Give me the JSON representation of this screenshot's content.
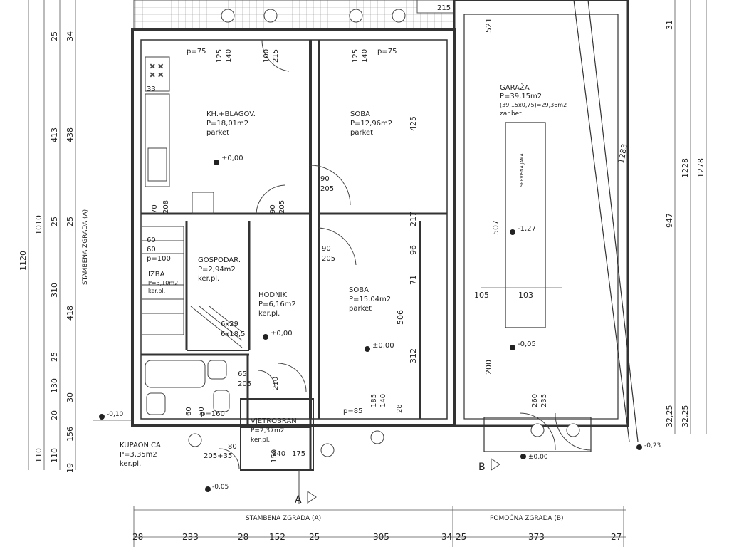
{
  "rooms": {
    "kitchen": {
      "name": "KH.+BLAGOV.",
      "area": "P=18,01m2",
      "floor": "parket"
    },
    "soba1": {
      "name": "SOBA",
      "area": "P=12,96m2",
      "floor": "parket"
    },
    "garage": {
      "name": "GARAŽA",
      "area": "P=39,15m2",
      "calc": "(39,15x0,75)=29,36m2",
      "floor": "zar.bet."
    },
    "gospodar": {
      "name": "GOSPODAR.",
      "area": "P=2,94m2",
      "floor": "ker.pl."
    },
    "izba": {
      "name": "IZBA",
      "area": "P=3,10m2",
      "floor": "ker.pl."
    },
    "hodnik": {
      "name": "HODNIK",
      "area": "P=6,16m2",
      "floor": "ker.pl."
    },
    "soba2": {
      "name": "SOBA",
      "area": "P=15,04m2",
      "floor": "parket"
    },
    "vjetrobran": {
      "name": "VJETROBRAN",
      "area": "P=2,37m2",
      "floor": "ker.pl."
    },
    "kupaonica": {
      "name": "KUPAONICA",
      "area": "P=3,35m2",
      "floor": "ker.pl."
    }
  },
  "servis_jama": "SERVISNA JAMA",
  "levels": {
    "kitchen": "±0,00",
    "hodnik": "±0,00",
    "soba2": "±0,00",
    "jama": "-1,27",
    "garage": "-0,05",
    "entry_b": "±0,00",
    "left": "-0,10",
    "bottom": "-0,05",
    "right": "-0,23"
  },
  "building_labels": {
    "a_vertical": "STAMBENA ZGRADA (A)",
    "a_bottom": "STAMBENA ZGRADA (A)",
    "b_bottom": "POMOĆNA ZGRADA (B)",
    "a_mark": "A",
    "b_mark": "B"
  },
  "window_labels": {
    "w1_top": "125",
    "w1_bot": "140",
    "w1_p": "p=75",
    "d1_top": "100",
    "d1_bot": "215",
    "w2_top": "125",
    "w2_bot": "140",
    "w2_p": "p=75",
    "d2_top": "90",
    "d2_bot": "205",
    "d3_top": "90",
    "d3_bot": "205",
    "d4_top": "90",
    "d4_bot": "205",
    "w3_top": "185",
    "w3_bot": "140",
    "w3_p": "p=85",
    "dg_top": "260",
    "dg_bot": "235",
    "top_215": "215",
    "p100": "p=100",
    "p160": "p=160",
    "w60a": "60",
    "w60b": "60",
    "w60c": "60",
    "w60d": "60",
    "w70": "70",
    "w208": "208",
    "d65": "65",
    "d205": "205",
    "d205_35": "205+35",
    "d80": "80",
    "d210": "210",
    "kx29": "6x29",
    "kx18": "6x18,5",
    "e150": "150",
    "e240": "240",
    "e175": "175",
    "lab33": "33",
    "lab28": "28"
  },
  "dims_left_outer": [
    "1120"
  ],
  "dims_left_mid": [
    "1010",
    "110"
  ],
  "dims_left_inner": [
    "25",
    "413",
    "25",
    "310",
    "25",
    "130",
    "20",
    "110",
    "19"
  ],
  "dims_left_inner2": [
    "34",
    "438",
    "25",
    "418",
    "30",
    "156"
  ],
  "dims_right": [
    "31",
    "1228",
    "1278",
    "947",
    "1283",
    "32,25",
    "32,25"
  ],
  "dims_inner": [
    "521",
    "425",
    "217",
    "96",
    "71",
    "506",
    "312",
    "507",
    "200",
    "105",
    "103",
    "28"
  ],
  "dims_bottom": [
    "28",
    "233",
    "28",
    "152",
    "25",
    "305",
    "34",
    "25",
    "373",
    "27"
  ]
}
